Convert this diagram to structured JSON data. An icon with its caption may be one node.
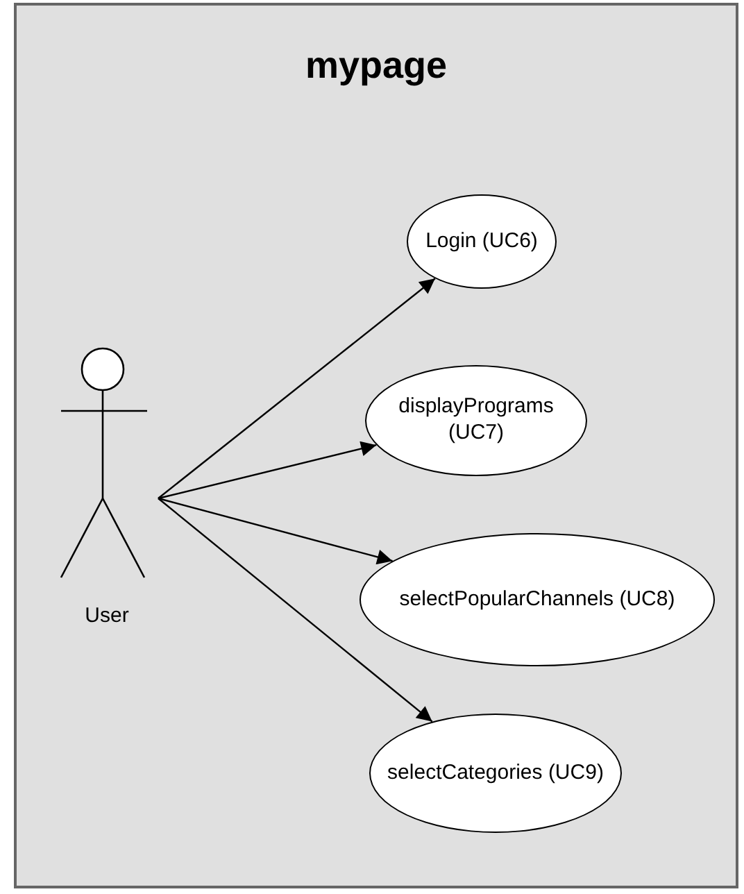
{
  "diagram": {
    "nodes": [
      {
        "text": [
          "mypage"
        ]
      },
      {
        "text": [
          "User"
        ],
        "in": 0
      },
      {
        "text": [
          "Login (UC6)"
        ],
        "in": 0
      },
      {
        "text": [
          "displayPrograms (UC7)"
        ],
        "in": 0
      },
      {
        "text": [
          "selectPopularChannels (UC8)"
        ],
        "in": 0
      },
      {
        "text": [
          "selectCategories (UC9)"
        ],
        "in": 0
      }
    ],
    "edges": [
      {
        "from": 1,
        "to": 2,
        "arrow": "to"
      },
      {
        "from": 1,
        "to": 3,
        "arrow": "to"
      },
      {
        "from": 1,
        "to": 4,
        "arrow": "to"
      },
      {
        "from": 1,
        "to": 5,
        "arrow": "to"
      }
    ]
  }
}
